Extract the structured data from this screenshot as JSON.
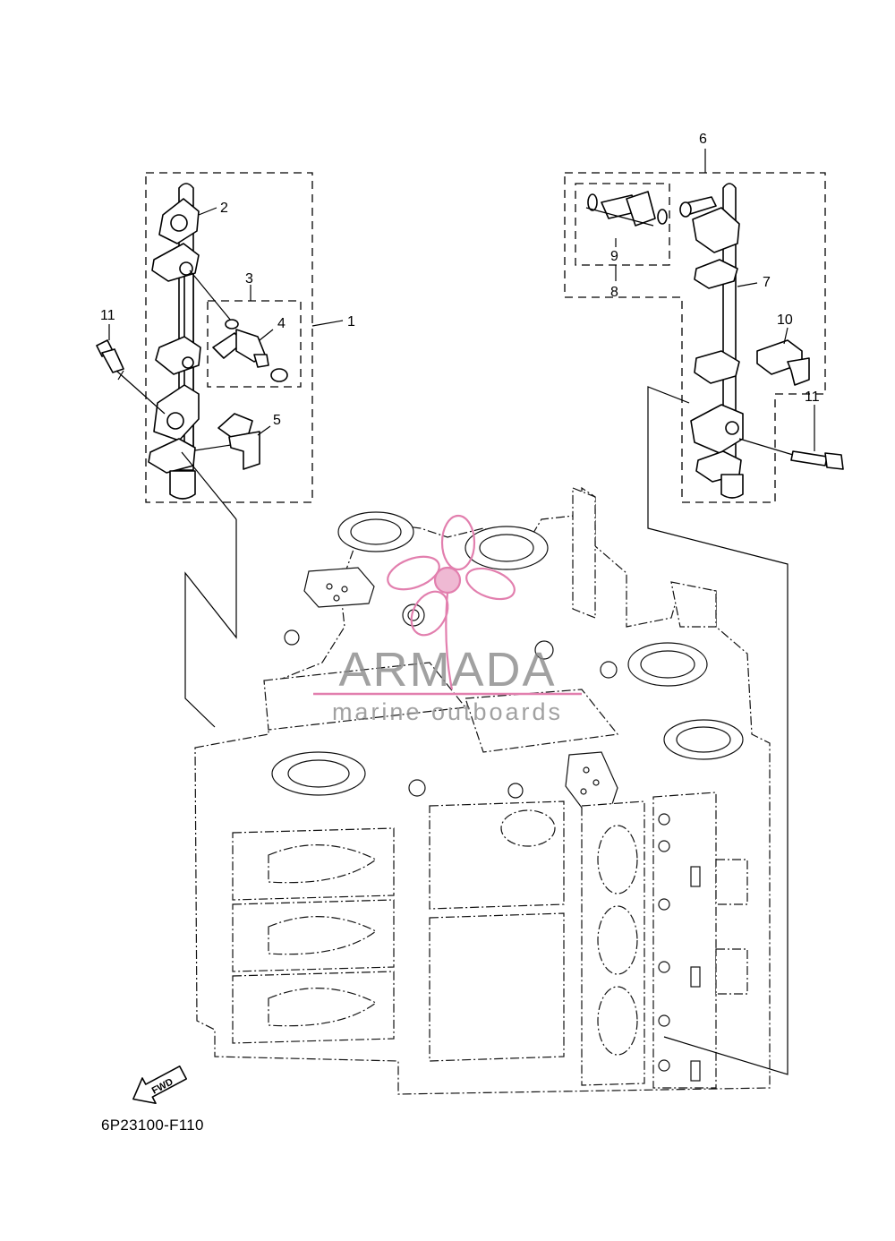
{
  "diagram_code": "6P23100-F110",
  "fwd_label": "FWD",
  "watermark": {
    "brand": "ARMADA",
    "tagline": "marine outboards",
    "color": "#e27fae",
    "text_color": "#8a8a8a"
  },
  "callouts": {
    "c1": "1",
    "c2": "2",
    "c3": "3",
    "c4": "4",
    "c5": "5",
    "c6": "6",
    "c7": "7",
    "c8": "8",
    "c9": "9",
    "c10": "10",
    "c11_left": "11",
    "c11_right": "11"
  },
  "colors": {
    "line": "#000000",
    "background": "#ffffff"
  }
}
